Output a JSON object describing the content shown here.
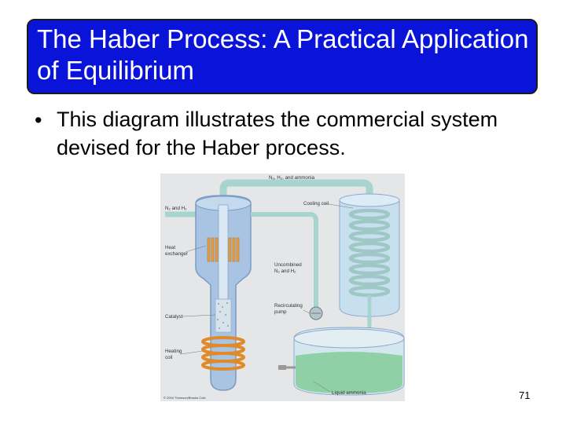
{
  "slide": {
    "title": "The Haber Process: A Practical Application of Equilibrium",
    "bullet_symbol": "•",
    "bullet_text": "This diagram illustrates the commercial system devised for the Haber process.",
    "page_number": "71"
  },
  "diagram": {
    "labels": {
      "top": "N₂, H₂, and ammonia",
      "inlet": "N₂ and H₂",
      "cooling_coil": "Cooling coil",
      "heat_exchanger_1": "Heat",
      "heat_exchanger_2": "exchanger",
      "uncombined_1": "Uncombined",
      "uncombined_2": "N₂ and H₂",
      "catalyst": "Catalyst",
      "recirculating_1": "Recirculating",
      "recirculating_2": "pump",
      "heating_1": "Heating",
      "heating_2": "coil",
      "liquid_ammonia": "Liquid ammonia",
      "copyright": "© 2004 Thomson/Brooks Cole"
    },
    "colors": {
      "title_bg": "#0a14d8",
      "vessel": "#a9c4e2",
      "pipe": "#a8d4d0",
      "heater": "#e08a2a",
      "liquid": "#8fd0a6"
    }
  }
}
